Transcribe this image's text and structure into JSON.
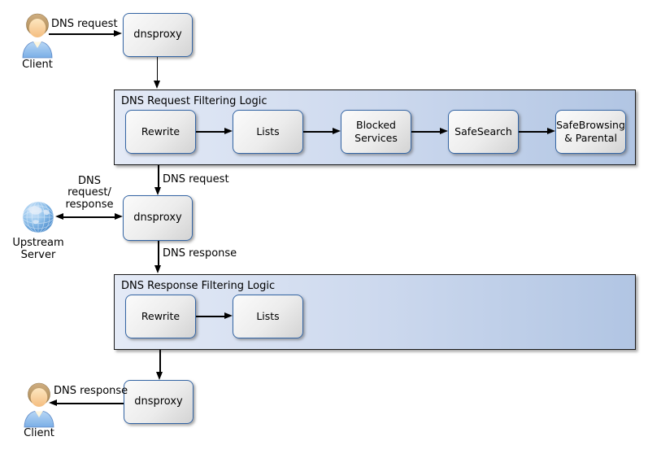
{
  "colors": {
    "container_fill_start": "#e4eaf6",
    "container_fill_end": "#b1c5e3",
    "container_border": "#1a1a1a",
    "node_border": "#3465a4",
    "node_fill_start": "#fbfbfb",
    "node_fill_end": "#d3d3d3",
    "arrow": "#000000",
    "globe_blue": "#5b9bd5",
    "shirt_blue": "#8ec0f0"
  },
  "top_flow": {
    "client_label": "Client",
    "request_label": "DNS request",
    "proxy_label": "dnsproxy"
  },
  "request_logic": {
    "title": "DNS Request Filtering Logic",
    "steps": [
      "Rewrite",
      "Lists",
      "Blocked Services",
      "SafeSearch",
      "SafeBrowsing & Parental"
    ]
  },
  "middle_flow": {
    "request_label": "DNS request",
    "proxy_label": "dnsproxy",
    "upstream_link_lines": [
      "DNS",
      "request/",
      "response"
    ],
    "upstream_server_label": "Upstream Server",
    "response_label": "DNS response"
  },
  "response_logic": {
    "title": "DNS Response Filtering Logic",
    "steps": [
      "Rewrite",
      "Lists"
    ]
  },
  "bottom_flow": {
    "response_label": "DNS response",
    "proxy_label": "dnsproxy",
    "client_label": "Client"
  }
}
